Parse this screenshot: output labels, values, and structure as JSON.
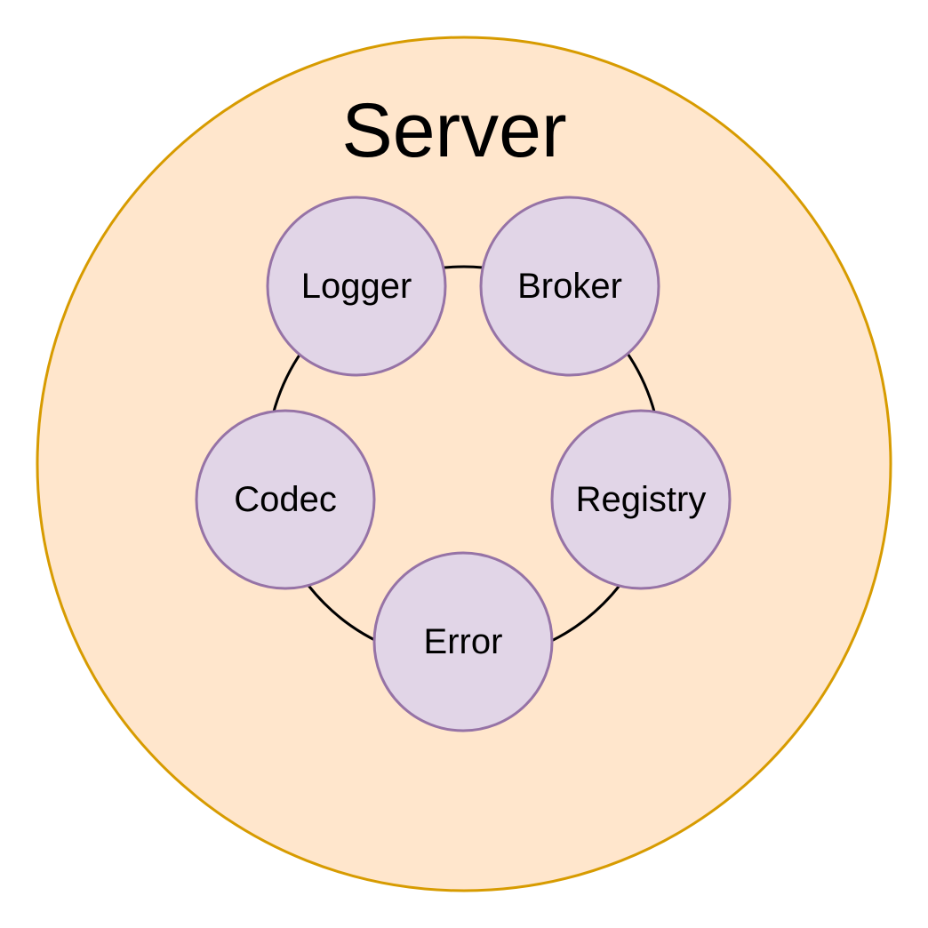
{
  "diagram": {
    "title": "Server",
    "components": [
      {
        "id": "logger",
        "label": "Logger"
      },
      {
        "id": "broker",
        "label": "Broker"
      },
      {
        "id": "registry",
        "label": "Registry"
      },
      {
        "id": "error",
        "label": "Error"
      },
      {
        "id": "codec",
        "label": "Codec"
      }
    ],
    "ring_connects": [
      "logger",
      "broker",
      "registry",
      "error",
      "codec"
    ]
  },
  "colors": {
    "server_fill": "#ffe6cc",
    "server_stroke": "#d79b00",
    "component_fill": "#e1d5e7",
    "component_stroke": "#9673a6",
    "ring_stroke": "#000000"
  }
}
